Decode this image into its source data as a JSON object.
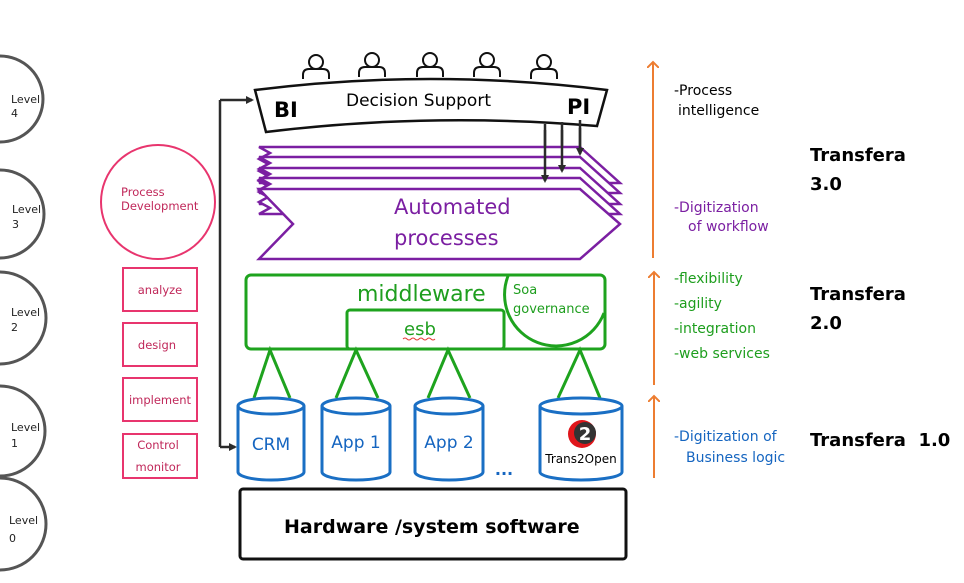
{
  "levels": [
    {
      "label": "Level",
      "number": "4"
    },
    {
      "label": "Level",
      "number": "3"
    },
    {
      "label": "Level",
      "number": "2"
    },
    {
      "label": "Level",
      "number": "1"
    },
    {
      "label": "Level",
      "number": "0"
    }
  ],
  "process_development": {
    "title_line1": "Process",
    "title_line2": "Development",
    "steps": [
      {
        "line1": "analyze",
        "line2": ""
      },
      {
        "line1": "design",
        "line2": ""
      },
      {
        "line1": "implement",
        "line2": ""
      },
      {
        "line1": "Control",
        "line2": "monitor"
      }
    ]
  },
  "decision_support": {
    "title": "Decision Support",
    "left_label": "BI",
    "right_label": "PI",
    "user_icons": 5
  },
  "automated_processes": {
    "line1": "Automated",
    "line2": "processes"
  },
  "middleware": {
    "title": "middleware",
    "esb": "esb",
    "soa_line1": "Soa",
    "soa_line2": "governance"
  },
  "applications": [
    {
      "label": "CRM"
    },
    {
      "label": "App 1"
    },
    {
      "label": "App 2"
    },
    {
      "label": "Trans2Open",
      "logo": "trans2open-logo"
    }
  ],
  "ellipsis": "...",
  "hardware": {
    "label": "Hardware /system software"
  },
  "benefits": {
    "level4": [
      "-Process",
      "intelligence"
    ],
    "level3": [
      "-Digitization",
      "of workflow"
    ],
    "level2": [
      "-flexibility",
      "-agility",
      "-integration",
      "-web services"
    ],
    "level1": [
      "-Digitization of",
      "Business logic"
    ]
  },
  "versions": [
    {
      "line1": "Transfera",
      "line2": "3.0"
    },
    {
      "line1": "Transfera",
      "line2": "2.0"
    },
    {
      "line1": "Transfera  1.0",
      "line2": ""
    }
  ],
  "colors": {
    "level_arc": "#555555",
    "process_pink": "#e8356e",
    "automated_purple": "#7b1fa2",
    "middleware_green": "#1ea31e",
    "app_blue": "#1a6fc4",
    "arrow_orange": "#ed7d31",
    "connector_dark": "#2b2b2b"
  }
}
